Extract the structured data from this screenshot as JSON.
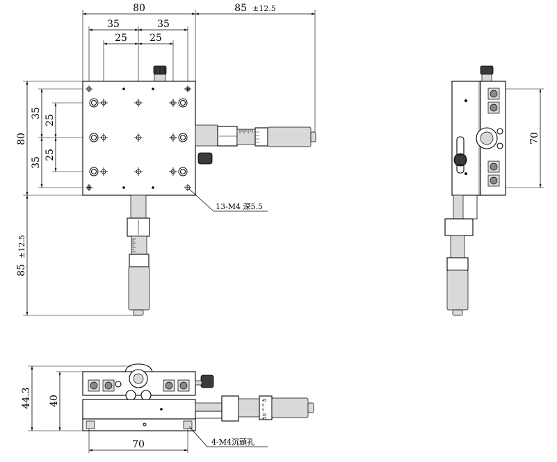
{
  "top_view": {
    "width_overall": "80",
    "span_outer": "35",
    "span_outer_right": "35",
    "span_inner": "25",
    "span_inner_right": "25",
    "travel_x": "85",
    "travel_x_tol": "±12.5",
    "height_overall": "80",
    "v_outer_top": "35",
    "v_outer_bottom": "35",
    "v_inner_top": "25",
    "v_inner_bottom": "25",
    "travel_y": "85",
    "travel_y_tol": "±12.5",
    "hole_callout": "13-M4 深5.5"
  },
  "side_view": {
    "height_70": "70"
  },
  "front_view": {
    "height_total": "44.3",
    "height_body": "40",
    "width_mount": "70",
    "mount_callout": "4-M4沉頭孔"
  },
  "micrometer": {
    "scale_labels": [
      "45",
      "0",
      "5",
      "10",
      "45"
    ]
  }
}
